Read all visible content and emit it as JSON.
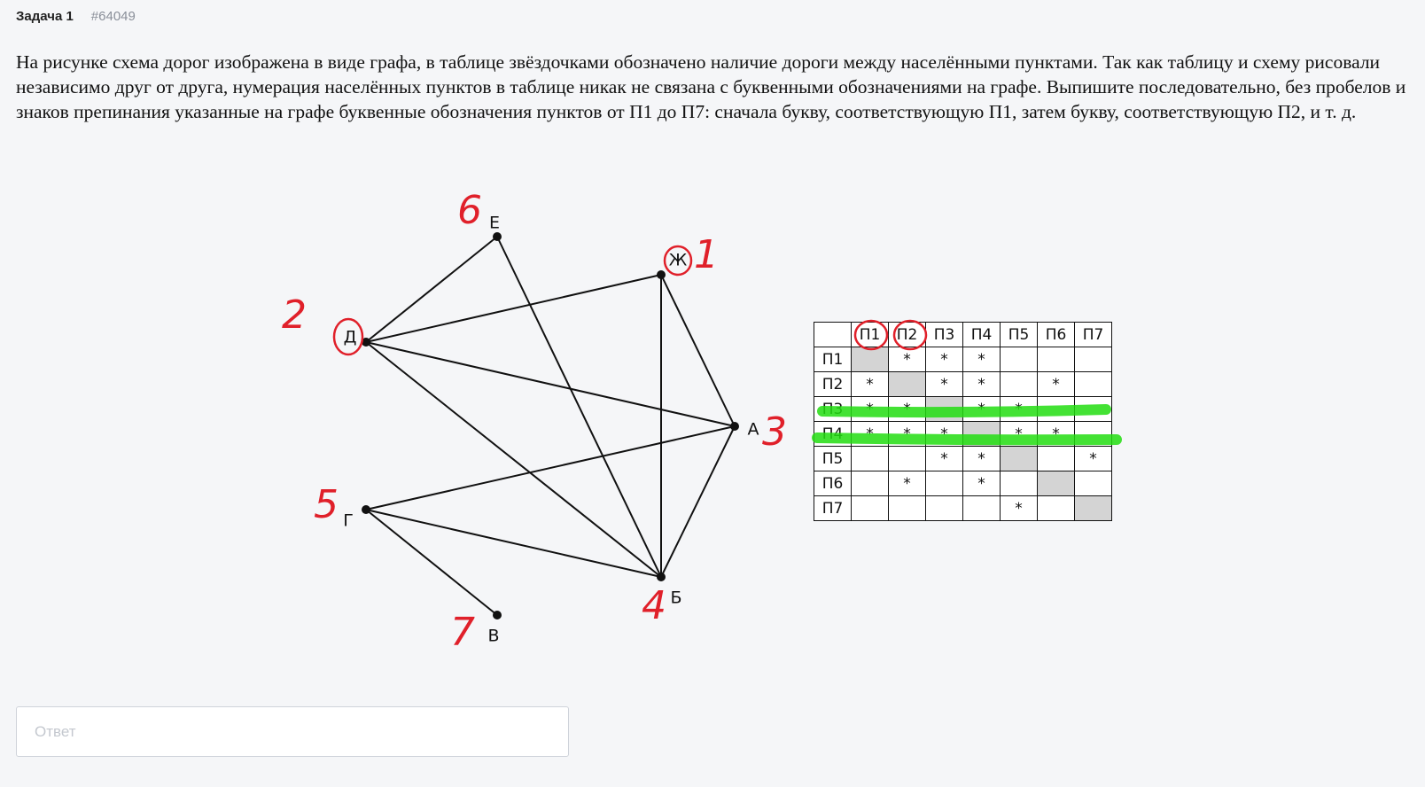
{
  "header": {
    "title": "Задача 1",
    "id": "#64049"
  },
  "task": {
    "text": "На рисунке схема дорог изображена в виде графа, в таблице звёздочками обозначено наличие дороги между населёнными пунктами. Так как таблицу и схему рисовали независимо друг от друга, нумерация населённых пунктов в таблице никак не связана с буквенными обозначениями на графе. Выпишите последовательно, без пробелов и знаков препинания указанные на графе буквенные обозначения пунктов от П1 до П7: сначала букву, соответствующую П1, затем букву, соответствующую П2, и т. д."
  },
  "graph": {
    "nodes": [
      {
        "id": "Е",
        "label": "Е",
        "annotation": "6"
      },
      {
        "id": "Ж",
        "label": "Ж",
        "annotation": "1"
      },
      {
        "id": "Д",
        "label": "Д",
        "annotation": "2"
      },
      {
        "id": "А",
        "label": "А",
        "annotation": "3"
      },
      {
        "id": "Г",
        "label": "Г",
        "annotation": "5"
      },
      {
        "id": "Б",
        "label": "Б",
        "annotation": "4"
      },
      {
        "id": "В",
        "label": "В",
        "annotation": "7"
      }
    ],
    "edges": [
      [
        "Е",
        "Д"
      ],
      [
        "Е",
        "Б"
      ],
      [
        "Д",
        "Ж"
      ],
      [
        "Д",
        "А"
      ],
      [
        "Д",
        "Б"
      ],
      [
        "Ж",
        "Б"
      ],
      [
        "Ж",
        "А"
      ],
      [
        "А",
        "Г"
      ],
      [
        "А",
        "Б"
      ],
      [
        "Г",
        "Б"
      ],
      [
        "Г",
        "В"
      ]
    ],
    "edge_color": "#111111",
    "annotation_color": "#e0202a",
    "highlight_color": "#22dd11"
  },
  "table": {
    "headers": [
      "П1",
      "П2",
      "П3",
      "П4",
      "П5",
      "П6",
      "П7"
    ],
    "rows": [
      {
        "label": "П1",
        "cells": [
          "",
          "*",
          "*",
          "*",
          "",
          "",
          ""
        ]
      },
      {
        "label": "П2",
        "cells": [
          "*",
          "",
          "*",
          "*",
          "",
          "*",
          ""
        ]
      },
      {
        "label": "П3",
        "cells": [
          "*",
          "*",
          "",
          "*",
          "*",
          "",
          ""
        ]
      },
      {
        "label": "П4",
        "cells": [
          "*",
          "*",
          "*",
          "",
          "*",
          "*",
          ""
        ]
      },
      {
        "label": "П5",
        "cells": [
          "",
          "",
          "*",
          "*",
          "",
          "",
          "*"
        ]
      },
      {
        "label": "П6",
        "cells": [
          "",
          "*",
          "",
          "*",
          "",
          "",
          ""
        ]
      },
      {
        "label": "П7",
        "cells": [
          "",
          "",
          "",
          "",
          "*",
          "",
          ""
        ]
      }
    ]
  },
  "answer": {
    "placeholder": "Ответ",
    "value": ""
  }
}
